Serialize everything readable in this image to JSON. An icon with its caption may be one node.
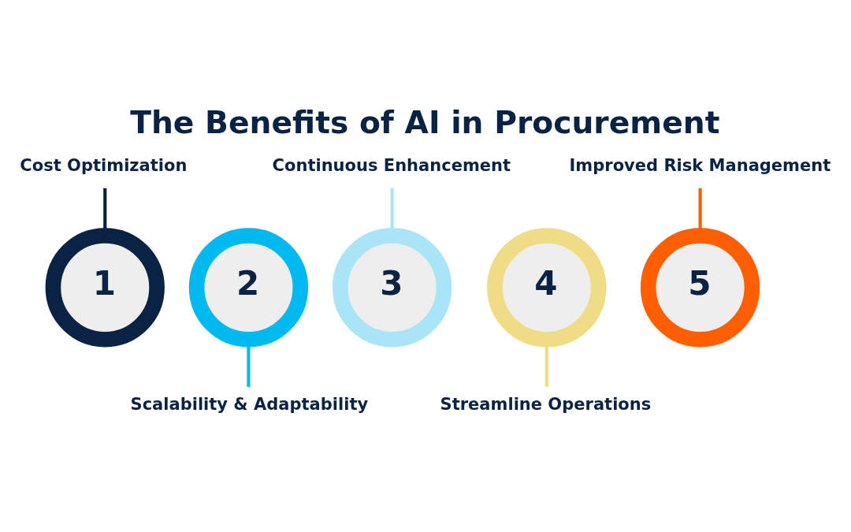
{
  "diagram": {
    "title": "The Benefits of AI in Procurement",
    "nodes": [
      {
        "text": [
          "Cost Optimization"
        ]
      },
      {
        "text": [
          "1"
        ]
      },
      {
        "text": [
          "2"
        ]
      },
      {
        "text": [
          "Scalability & Adaptability"
        ]
      },
      {
        "text": [
          "Continuous Enhancement"
        ]
      },
      {
        "text": [
          "3"
        ]
      },
      {
        "text": [
          "4"
        ]
      },
      {
        "text": [
          "Streamline Operations"
        ]
      },
      {
        "text": [
          "Improved Risk Management"
        ]
      },
      {
        "text": [
          "5"
        ]
      }
    ],
    "edges": [
      {
        "from": 0,
        "to": 1,
        "arrow": "none",
        "color": "#0a2344"
      },
      {
        "from": 2,
        "to": 3,
        "arrow": "none",
        "color": "#00b9ef"
      },
      {
        "from": 4,
        "to": 5,
        "arrow": "none",
        "color": "#a9e4f7"
      },
      {
        "from": 6,
        "to": 7,
        "arrow": "none",
        "color": "#f0dc84"
      },
      {
        "from": 8,
        "to": 9,
        "arrow": "none",
        "color": "#ff5f00"
      }
    ]
  }
}
